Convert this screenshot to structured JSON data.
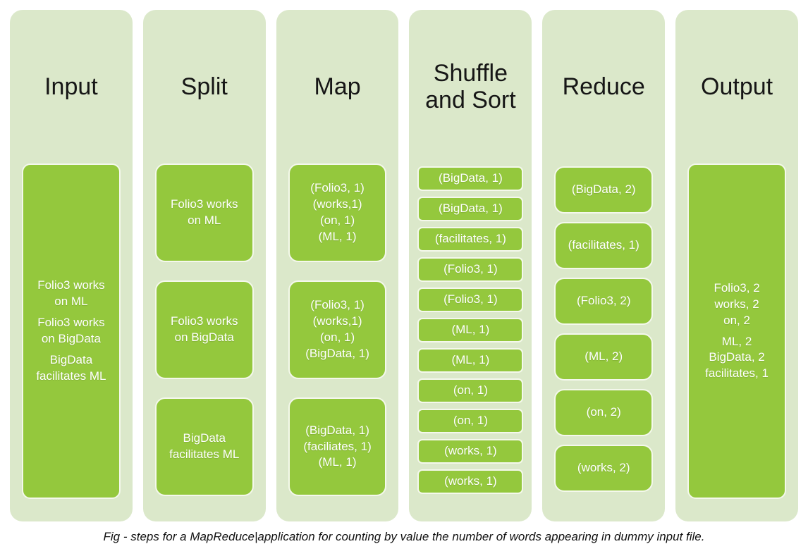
{
  "colors": {
    "column_bg": "#dbe8ca",
    "box_green": "#94c83d",
    "box_border": "#f4f8ec",
    "title_text": "#161616",
    "box_text": "#ffffff",
    "caption_text": "#111111"
  },
  "columns": [
    {
      "title": "Input",
      "boxes": [
        {
          "paragraphs": [
            "Folio3 works\non ML",
            "Folio3 works\non BigData",
            "BigData\nfacilitates ML"
          ]
        }
      ]
    },
    {
      "title": "Split",
      "boxes": [
        {
          "paragraphs": [
            "Folio3 works\non ML"
          ]
        },
        {
          "paragraphs": [
            "Folio3 works\non BigData"
          ]
        },
        {
          "paragraphs": [
            "BigData\nfacilitates ML"
          ]
        }
      ]
    },
    {
      "title": "Map",
      "boxes": [
        {
          "paragraphs": [
            "(Folio3, 1)\n(works,1)\n(on, 1)\n(ML, 1)"
          ]
        },
        {
          "paragraphs": [
            "(Folio3, 1)\n(works,1)\n(on, 1)\n(BigData, 1)"
          ]
        },
        {
          "paragraphs": [
            "(BigData, 1)\n(faciliates, 1)\n(ML, 1)"
          ]
        }
      ]
    },
    {
      "title": "Shuffle and Sort",
      "boxes": [
        {
          "paragraphs": [
            "(BigData, 1)"
          ]
        },
        {
          "paragraphs": [
            "(BigData, 1)"
          ]
        },
        {
          "paragraphs": [
            "(facilitates, 1)"
          ]
        },
        {
          "paragraphs": [
            "(Folio3, 1)"
          ]
        },
        {
          "paragraphs": [
            "(Folio3, 1)"
          ]
        },
        {
          "paragraphs": [
            "(ML, 1)"
          ]
        },
        {
          "paragraphs": [
            "(ML, 1)"
          ]
        },
        {
          "paragraphs": [
            "(on, 1)"
          ]
        },
        {
          "paragraphs": [
            "(on, 1)"
          ]
        },
        {
          "paragraphs": [
            "(works, 1)"
          ]
        },
        {
          "paragraphs": [
            "(works, 1)"
          ]
        }
      ]
    },
    {
      "title": "Reduce",
      "boxes": [
        {
          "paragraphs": [
            "(BigData, 2)"
          ]
        },
        {
          "paragraphs": [
            "(facilitates, 1)"
          ]
        },
        {
          "paragraphs": [
            "(Folio3, 2)"
          ]
        },
        {
          "paragraphs": [
            "(ML, 2)"
          ]
        },
        {
          "paragraphs": [
            "(on, 2)"
          ]
        },
        {
          "paragraphs": [
            "(works, 2)"
          ]
        }
      ]
    },
    {
      "title": "Output",
      "boxes": [
        {
          "paragraphs": [
            "Folio3, 2\nworks, 2\non, 2",
            "ML, 2\nBigData, 2\nfacilitates, 1"
          ]
        }
      ]
    }
  ],
  "figure": {
    "caption": "Fig - steps for a MapReduce|application for counting by value the number of words appearing in dummy input file."
  }
}
